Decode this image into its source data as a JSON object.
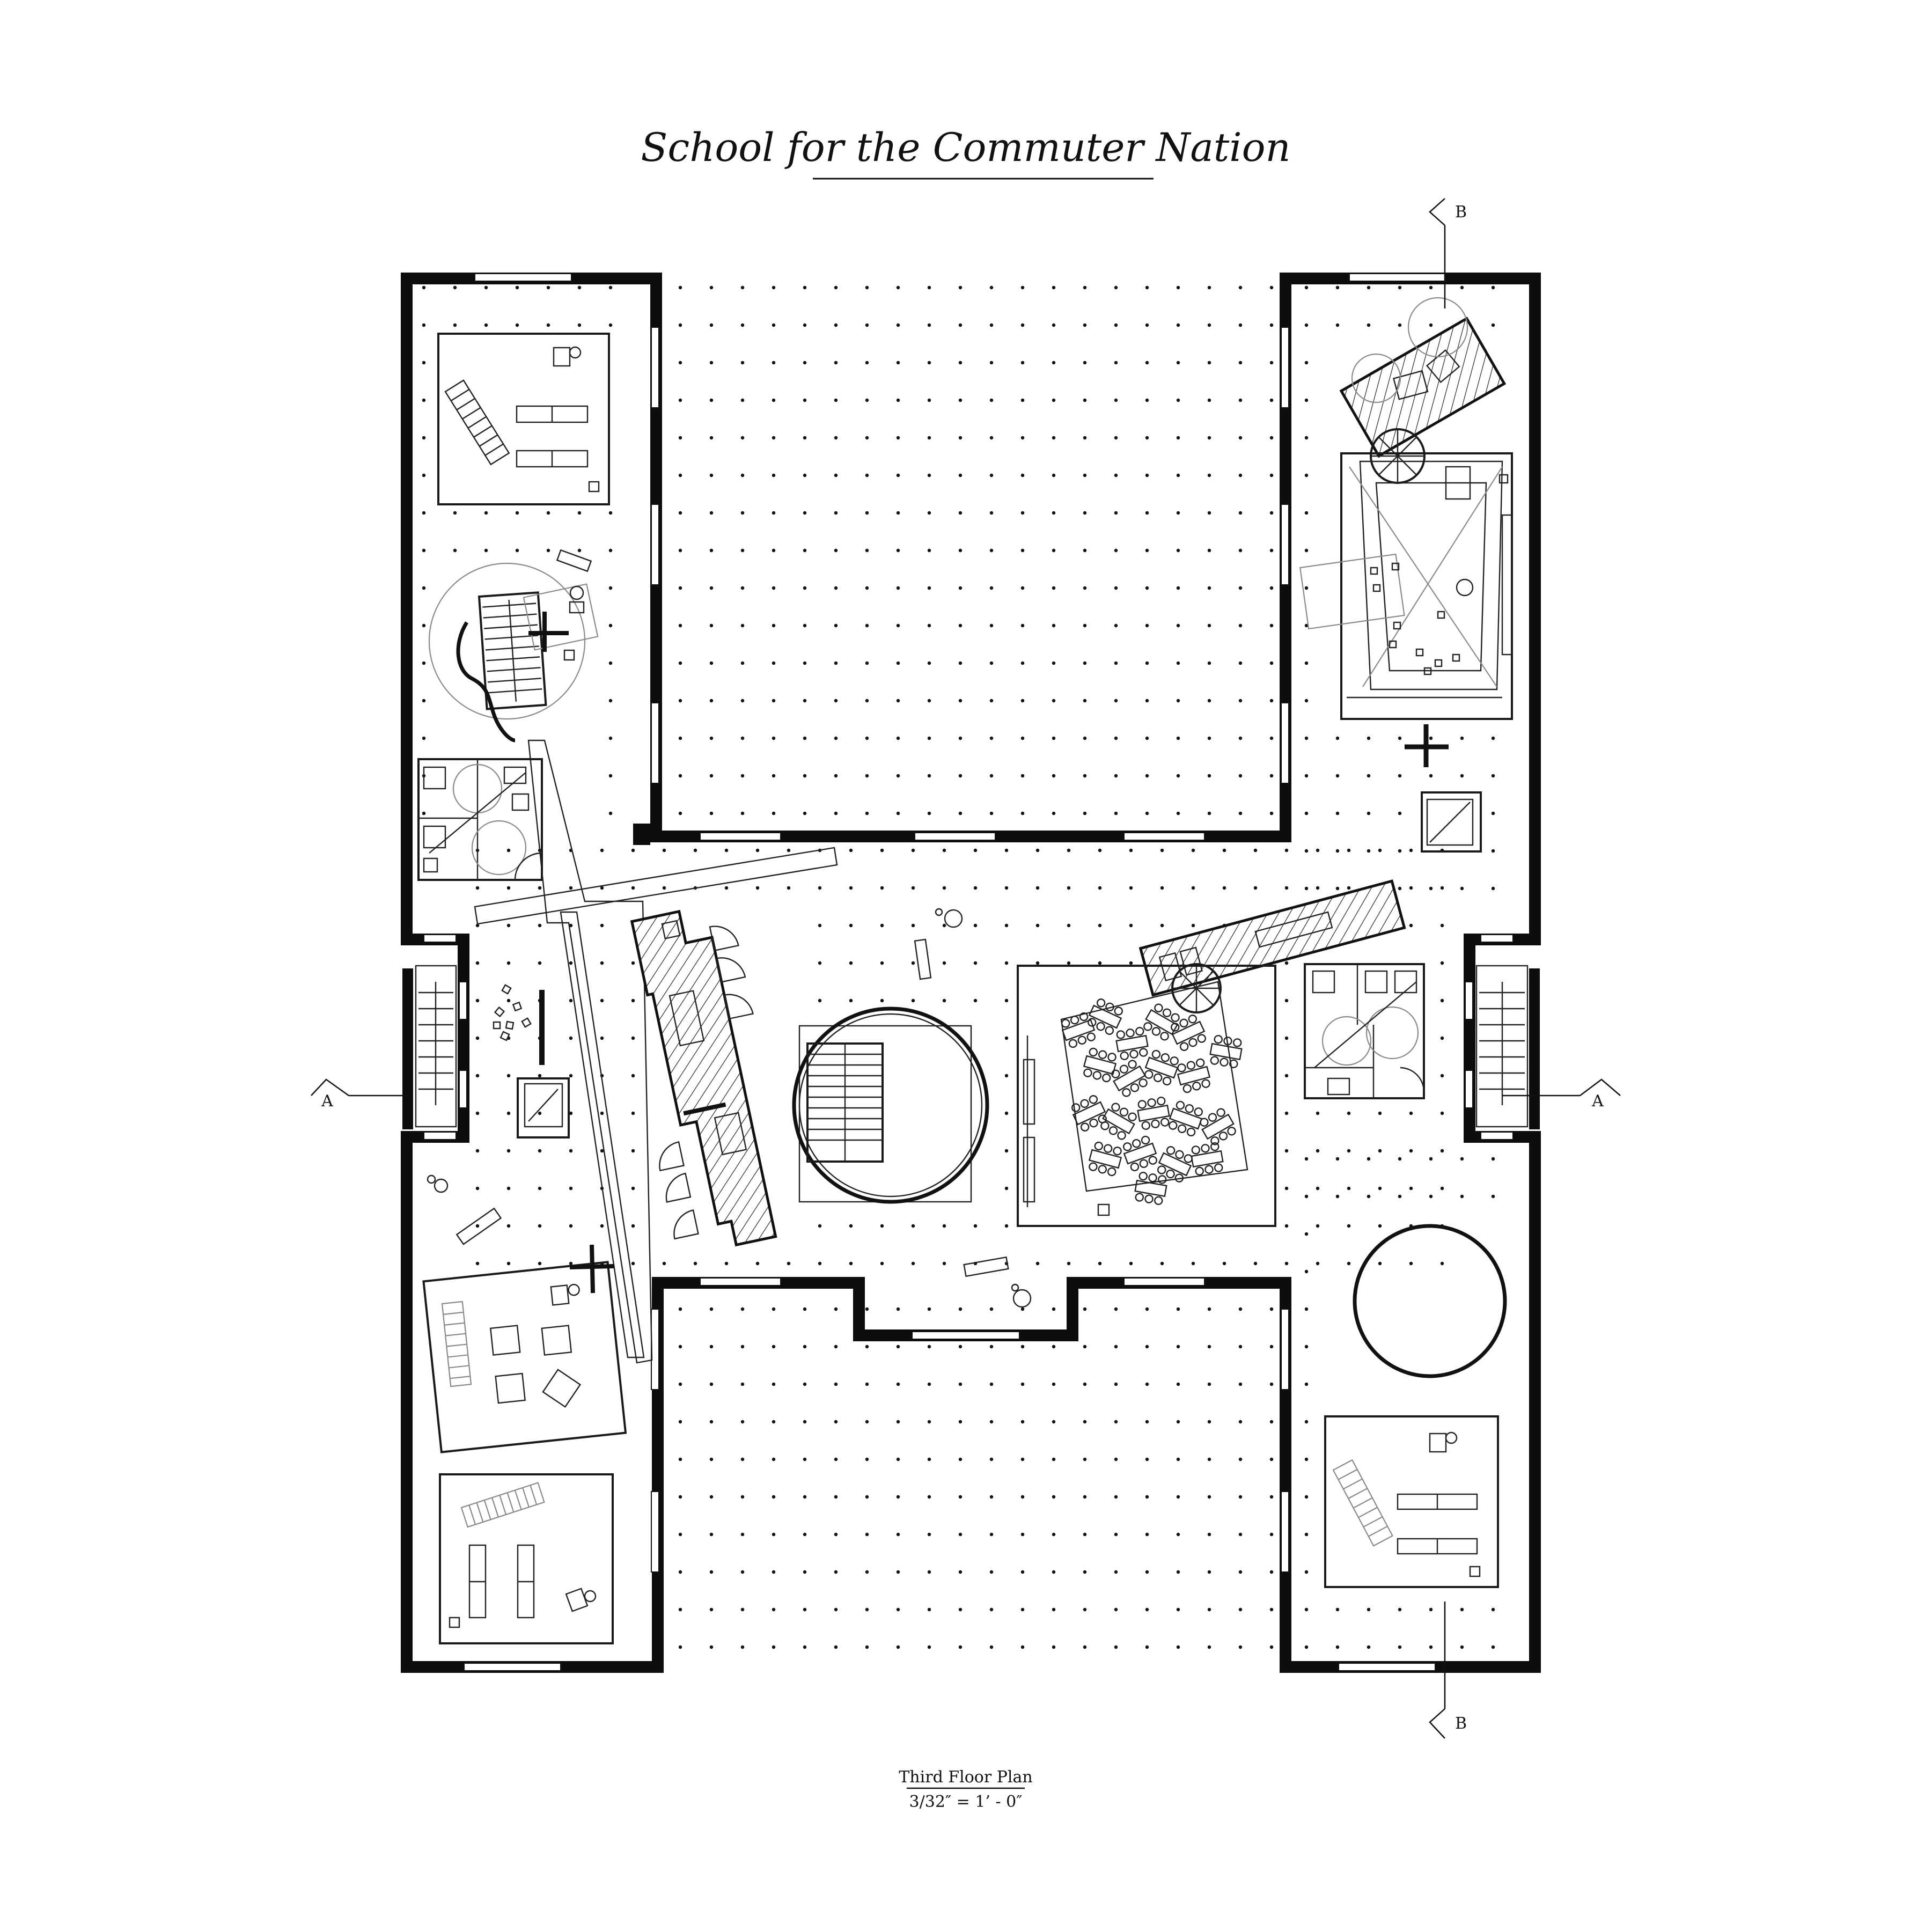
{
  "title": "School for the Commuter Nation",
  "caption": {
    "name": "Third Floor Plan",
    "scale": "3/32″ = 1’ - 0″"
  },
  "section_markers": {
    "a_left": "A",
    "a_right": "A",
    "b_top": "B",
    "b_bottom": "B"
  },
  "colors": {
    "ink": "#111111",
    "wall": "#0d0d0d",
    "background": "#ffffff",
    "hatch": "#222222"
  }
}
